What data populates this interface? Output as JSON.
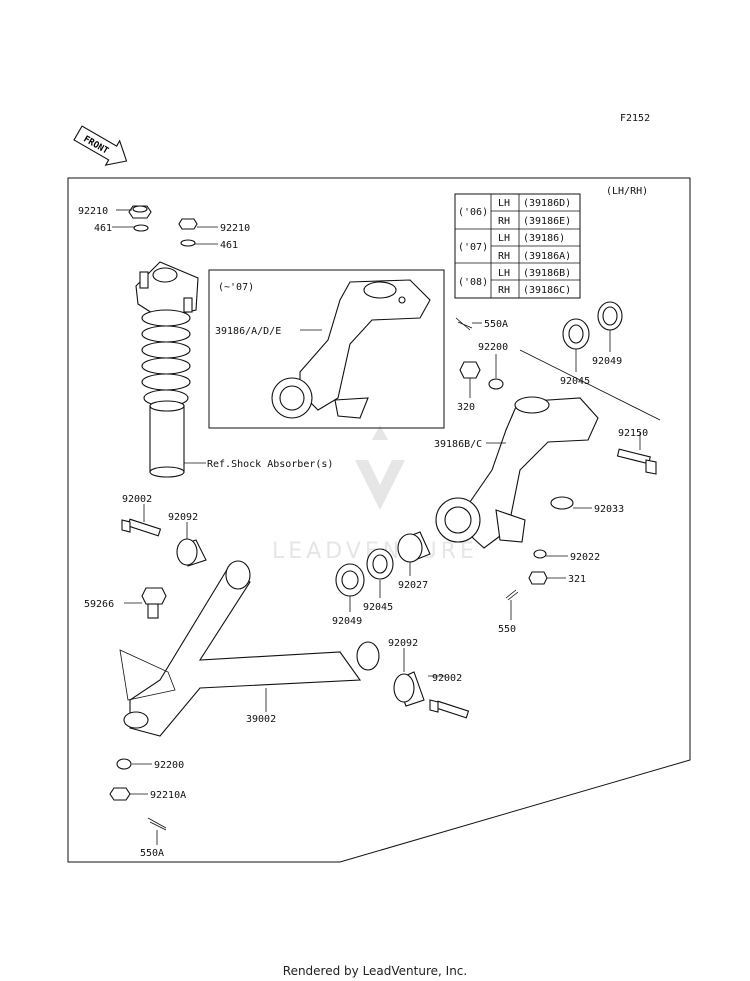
{
  "diagram": {
    "figure_code": "F2152",
    "variant_note": "(LH/RH)",
    "front_label": "FRONT",
    "inset_label": "(~'07)",
    "watermark": "LEADVENTURE",
    "footer": "Rendered by LeadVenture, Inc.",
    "shock_ref": "Ref.Shock Absorber(s)",
    "table": {
      "rows": [
        {
          "year": "('06)",
          "side": "LH",
          "part": "(39186D)"
        },
        {
          "year": "",
          "side": "RH",
          "part": "(39186E)"
        },
        {
          "year": "('07)",
          "side": "LH",
          "part": "(39186)"
        },
        {
          "year": "",
          "side": "RH",
          "part": "(39186A)"
        },
        {
          "year": "('08)",
          "side": "LH",
          "part": "(39186B)"
        },
        {
          "year": "",
          "side": "RH",
          "part": "(39186C)"
        }
      ]
    },
    "labels": {
      "p92210_l": "92210",
      "p461_l": "461",
      "p92210_r": "92210",
      "p461_r": "461",
      "p39186ade": "39186/A/D/E",
      "p550a_top": "550A",
      "p92200_top": "92200",
      "p320": "320",
      "p92045_top": "92045",
      "p92049_top": "92049",
      "p39186bc": "39186B/C",
      "p92150": "92150",
      "p92033": "92033",
      "p92022": "92022",
      "p321": "321",
      "p550": "550",
      "p92027": "92027",
      "p92045_bot": "92045",
      "p92049_bot": "92049",
      "p92002_top": "92002",
      "p92092_top": "92092",
      "p59266": "59266",
      "p92092_bot": "92092",
      "p92002_bot": "92002",
      "p39002": "39002",
      "p92200_bot": "92200",
      "p92210a": "92210A",
      "p550a_bot": "550A"
    }
  }
}
